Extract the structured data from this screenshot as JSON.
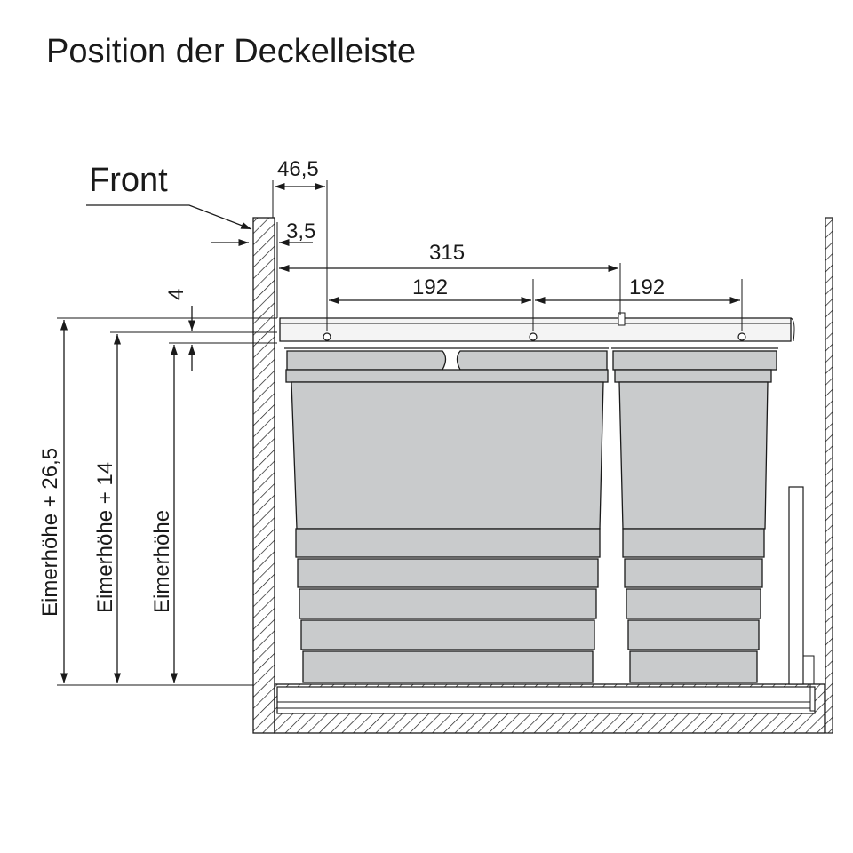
{
  "title": "Position der Deckelleiste",
  "labels": {
    "front": "Front",
    "dim_46_5": "46,5",
    "dim_3_5": "3,5",
    "dim_315": "315",
    "dim_192_left": "192",
    "dim_192_right": "192",
    "dim_4": "4",
    "height_plus_26_5": "Eimerhöhe + 26,5",
    "height_plus_14": "Eimerhöhe + 14",
    "height": "Eimerhöhe"
  },
  "colors": {
    "line": "#1a1a1a",
    "bucket_fill": "#c9cbcc",
    "lid_fill": "#f4f4f4",
    "background": "#ffffff"
  }
}
